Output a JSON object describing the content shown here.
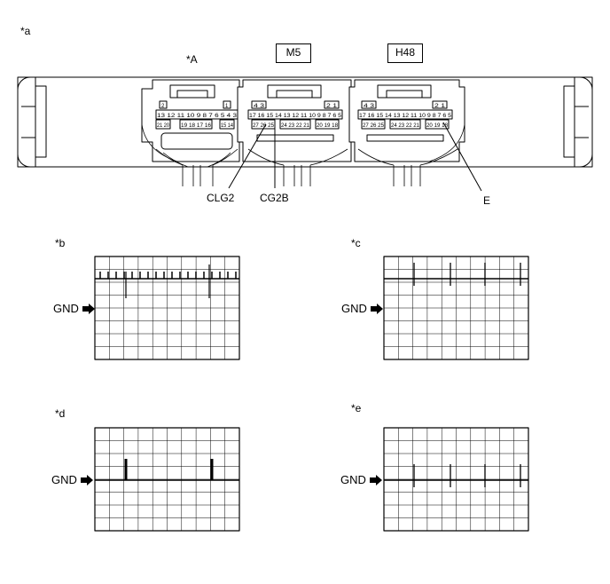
{
  "labels": {
    "a": "*a",
    "A": "*A",
    "b": "*b",
    "c": "*c",
    "d": "*d",
    "e": "*e",
    "m5": "M5",
    "h48": "H48",
    "clg2": "CLG2",
    "cg2b": "CG2B",
    "E": "E",
    "gnd": "GND"
  },
  "connectors": {
    "A": {
      "top_left": "2",
      "top_right": "1",
      "row1": [
        "13",
        "12",
        "11",
        "10",
        "9",
        "8",
        "7",
        "6",
        "5",
        "4",
        "3"
      ],
      "row2_left": [
        "21",
        "20"
      ],
      "row2_mid": [
        "19",
        "18",
        "17",
        "16"
      ],
      "row2_right": [
        "15",
        "14"
      ]
    },
    "M5": {
      "top_left": [
        "4",
        "3"
      ],
      "top_right": [
        "2",
        "1"
      ],
      "row1": [
        "17",
        "16",
        "15",
        "14",
        "13",
        "12",
        "11",
        "10",
        "9",
        "8",
        "7",
        "6",
        "5"
      ],
      "row2": [
        "27",
        "26",
        "25",
        "24",
        "23",
        "22",
        "21",
        "20",
        "19",
        "18"
      ]
    },
    "H48": {
      "top_left": [
        "4",
        "3"
      ],
      "top_right": [
        "2",
        "1"
      ],
      "row1": [
        "17",
        "16",
        "15",
        "14",
        "13",
        "12",
        "11",
        "10",
        "9",
        "8",
        "7",
        "6",
        "5"
      ],
      "row2": [
        "27",
        "26",
        "25",
        "24",
        "23",
        "22",
        "21",
        "20",
        "19",
        "18"
      ]
    }
  },
  "waveforms": {
    "b": {
      "pulses": "dense-with-spikes"
    },
    "c": {
      "pulses": 4
    },
    "d": {
      "pulses": 2
    },
    "e": {
      "pulses": 4
    }
  }
}
